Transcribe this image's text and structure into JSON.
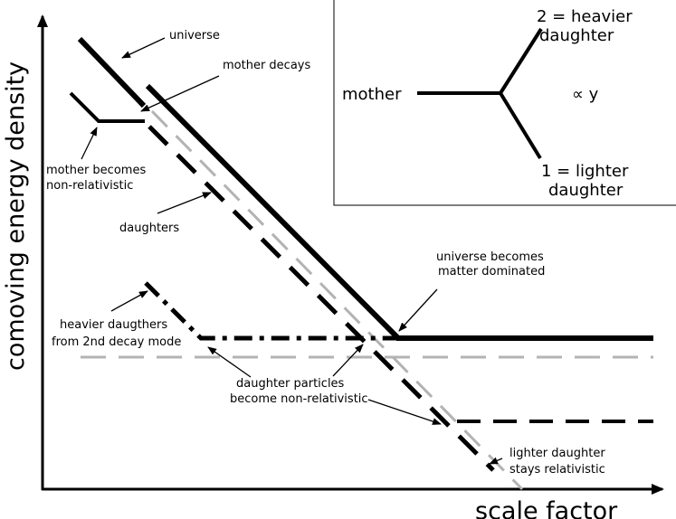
{
  "axes": {
    "x_label": "scale factor",
    "y_label": "comoving energy density"
  },
  "annotations": {
    "universe": "universe",
    "mother_decays": "mother decays",
    "mother_nonrel_1": "mother becomes",
    "mother_nonrel_2": "non-relativistic",
    "daughters": "daughters",
    "matter_dom_1": "universe becomes",
    "matter_dom_2": "matter dominated",
    "heavier_2nd_1": "heavier daugthers",
    "heavier_2nd_2": "from 2nd decay mode",
    "daughter_nonrel_1": "daughter particles",
    "daughter_nonrel_2": "become non-relativistic",
    "lighter_rel_1": "lighter daughter",
    "lighter_rel_2": "stays relativistic"
  },
  "inset": {
    "mother": "mother",
    "heavier_1": "2 = heavier",
    "heavier_2": "daughter",
    "lighter_1": "1 = lighter",
    "lighter_2": "daughter",
    "coupling": "∝ y"
  },
  "colors": {
    "ink": "#000000",
    "gray_dashes": "#b3b3b3"
  }
}
